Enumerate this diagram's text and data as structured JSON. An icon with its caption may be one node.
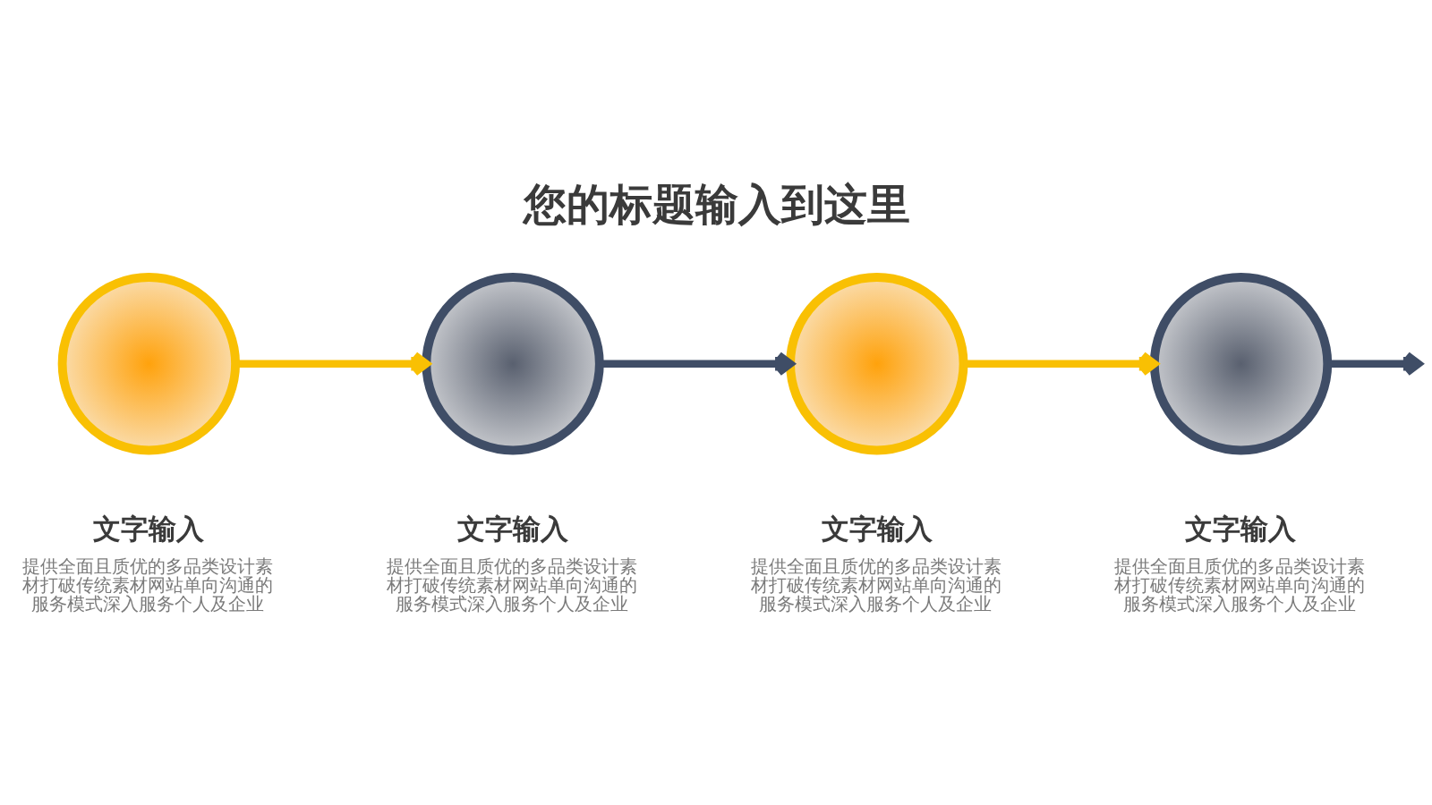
{
  "diagram": {
    "title": "您的标题输入到这里",
    "nodes": [
      {
        "text": [],
        "shape": "circle",
        "beside": [
          "文字输入",
          "提供全面且质优的多品类设计素材打破传统素材网站单向沟通的服务模式深入服务个人及企业"
        ]
      },
      {
        "text": [],
        "shape": "circle",
        "beside": [
          "文字输入",
          "提供全面且质优的多品类设计素材打破传统素材网站单向沟通的服务模式深入服务个人及企业"
        ]
      },
      {
        "text": [],
        "shape": "circle",
        "beside": [
          "文字输入",
          "提供全面且质优的多品类设计素材打破传统素材网站单向沟通的服务模式深入服务个人及企业"
        ]
      },
      {
        "text": [],
        "shape": "circle",
        "beside": [
          "文字输入",
          "提供全面且质优的多品类设计素材打破传统素材网站单向沟通的服务模式深入服务个人及企业"
        ]
      }
    ],
    "edges": [
      {
        "from": 0,
        "to": 1,
        "arrow": "to",
        "color": "#f9c003"
      },
      {
        "from": 1,
        "to": 2,
        "arrow": "to",
        "color": "#3f4d66"
      },
      {
        "from": 2,
        "to": 3,
        "arrow": "to",
        "color": "#f9c003"
      },
      {
        "from": 3,
        "to": null,
        "arrow": "to",
        "color": "#3f4d66"
      }
    ]
  }
}
